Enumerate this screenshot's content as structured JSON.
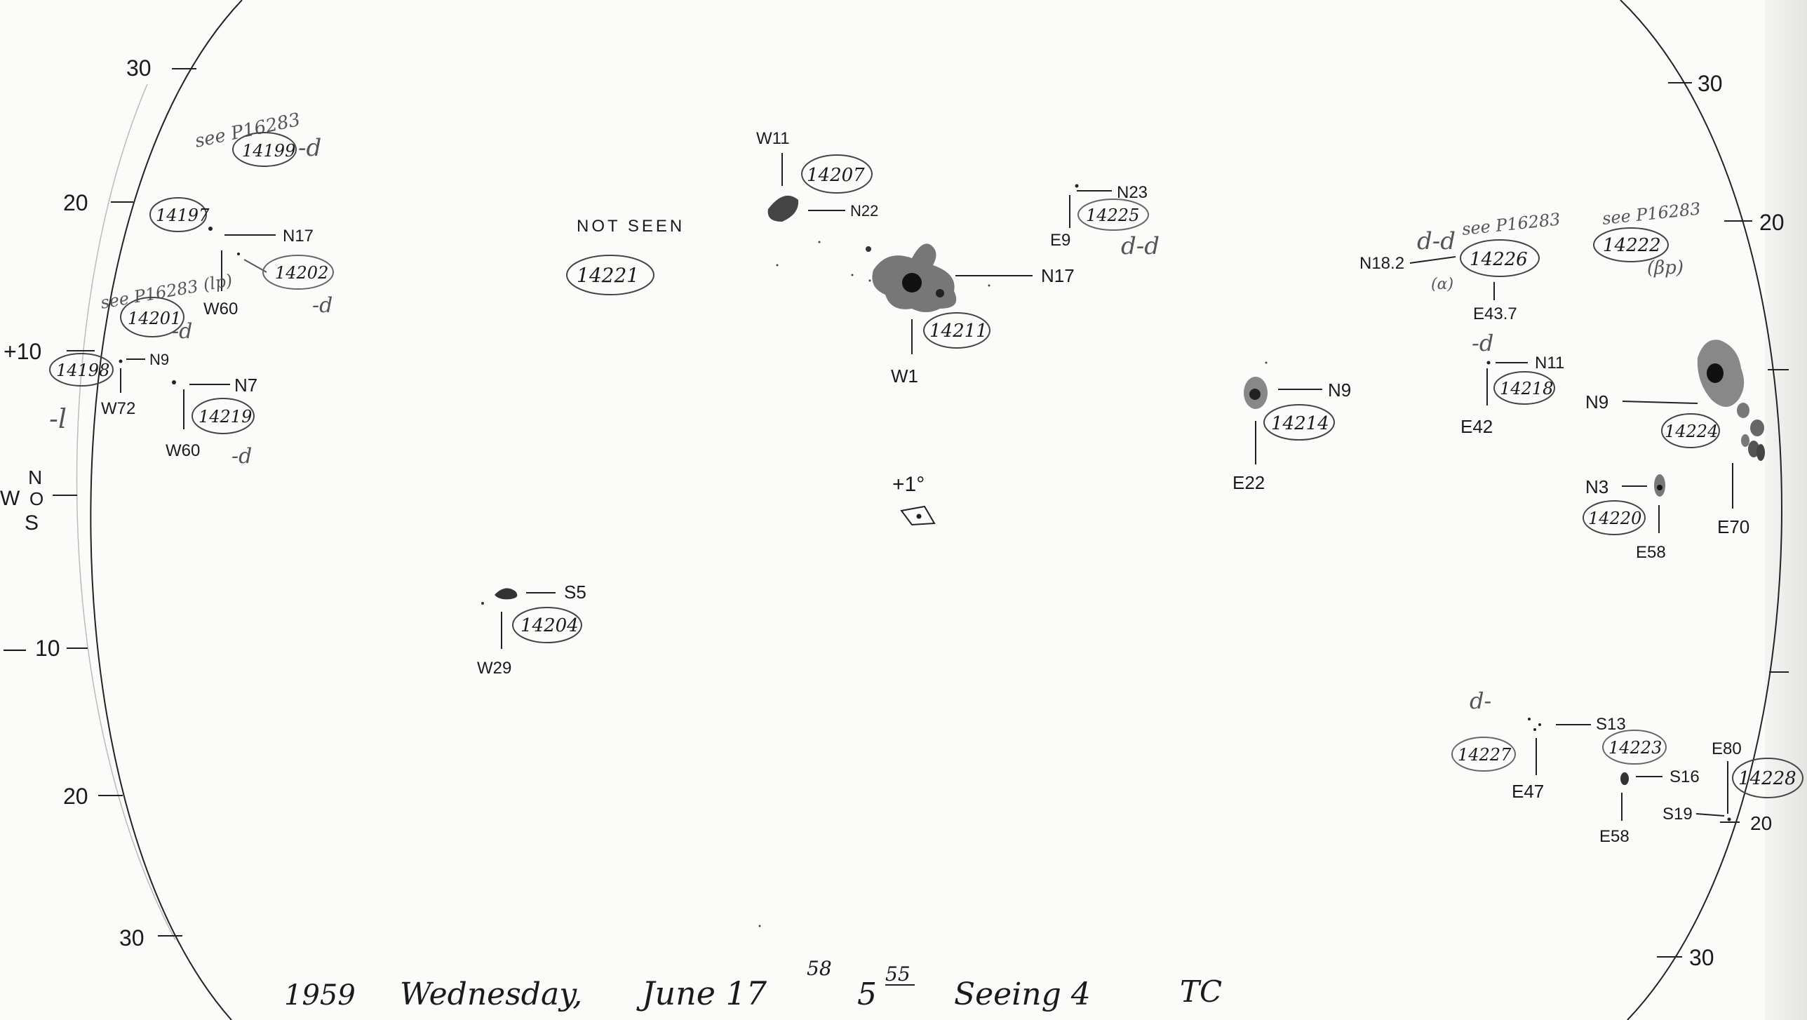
{
  "sheet": {
    "footer": {
      "year": "1959",
      "weekday": "Wednesday,",
      "date": "June 17",
      "date_sup": "58",
      "time": "5",
      "time_sup": "55",
      "seeing": "Seeing 4",
      "observer": "TC"
    },
    "orientation": {
      "w": "W",
      "n": "N",
      "o": "O",
      "s": "S"
    },
    "center_mark": "+1°"
  },
  "lat_scale": {
    "left": [
      "30",
      "20",
      "+10",
      "10",
      "20",
      "30"
    ],
    "right": [
      "30",
      "20",
      "20",
      "30"
    ],
    "left_minus_tick": "—"
  },
  "regions": [
    {
      "id": "14199",
      "note": "see P16283",
      "tag": "-d"
    },
    {
      "id": "14197"
    },
    {
      "id": "14202",
      "lat": "N17",
      "lon": "W60",
      "tag": "-d"
    },
    {
      "id": "14201",
      "note": "see P16283 (lp)",
      "tag": "-d"
    },
    {
      "id": "14198",
      "lat": "N9",
      "lon": "W72",
      "tag": "-l"
    },
    {
      "id": "14219",
      "lat": "N7",
      "lon": "W60",
      "tag": "-d"
    },
    {
      "id": "14207",
      "lat": "N22",
      "lon": "W11"
    },
    {
      "id": "14221",
      "note": "NOT SEEN"
    },
    {
      "id": "14211",
      "lat": "N17",
      "lon": "W1"
    },
    {
      "id": "14225",
      "lat": "N23",
      "lon": "E9",
      "tag": "d-d"
    },
    {
      "id": "14204",
      "lat": "S5",
      "lon": "W29"
    },
    {
      "id": "14214",
      "lat": "N9",
      "lon": "E22"
    },
    {
      "id": "14226",
      "lat": "N18.2",
      "lon": "E43.7",
      "note": "see P16283",
      "tag": "d-d",
      "class_tag": "(α)"
    },
    {
      "id": "14218",
      "lat": "N11",
      "lon": "E42",
      "tag": "-d"
    },
    {
      "id": "14222",
      "note": "see P16283",
      "class_tag": "(βp)"
    },
    {
      "id": "14224",
      "lat": "N9",
      "lon": "E70"
    },
    {
      "id": "14220",
      "lat": "N3",
      "lon": "E58"
    },
    {
      "id": "14227",
      "lat": "S13",
      "lon": "E47",
      "tag": "d-"
    },
    {
      "id": "14223",
      "lat": "S16",
      "lon": "E58"
    },
    {
      "id": "14228",
      "lat": "S19",
      "lon": "E80",
      "lat_right": "20"
    }
  ]
}
